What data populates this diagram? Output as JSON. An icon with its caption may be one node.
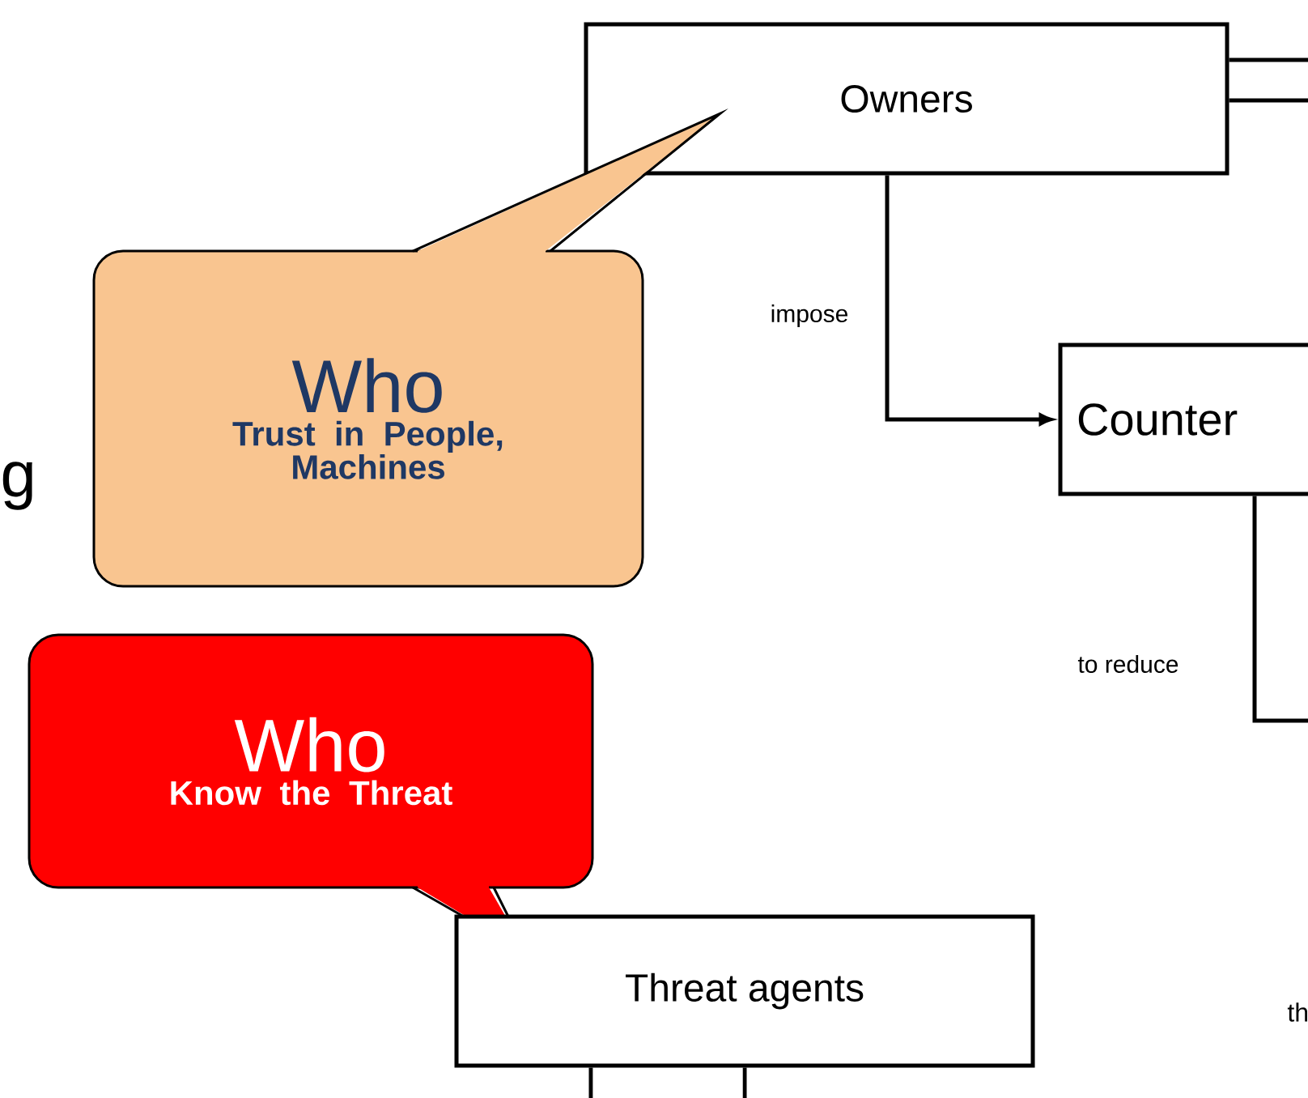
{
  "diagram": {
    "nodes": [
      {
        "text": [
          "Owners"
        ]
      },
      {
        "text": [
          "Who",
          "Trust in People, Machines"
        ]
      },
      {
        "text": [
          "Counter"
        ]
      },
      {
        "text": [
          "Who",
          "Know the Threat"
        ]
      },
      {
        "text": [
          "Threat agents"
        ]
      }
    ],
    "edges": [
      {
        "from": 0,
        "to": 2,
        "arrow": "to",
        "label": "impose"
      },
      {
        "from": 0,
        "to": null,
        "arrow": "none"
      },
      {
        "from": 0,
        "to": null,
        "arrow": "none"
      },
      {
        "from": 2,
        "to": null,
        "arrow": "none",
        "label": "to reduce"
      },
      {
        "from": 4,
        "to": null,
        "arrow": "none"
      },
      {
        "from": 4,
        "to": null,
        "arrow": "none"
      }
    ],
    "labels": [
      "g",
      "th"
    ]
  }
}
